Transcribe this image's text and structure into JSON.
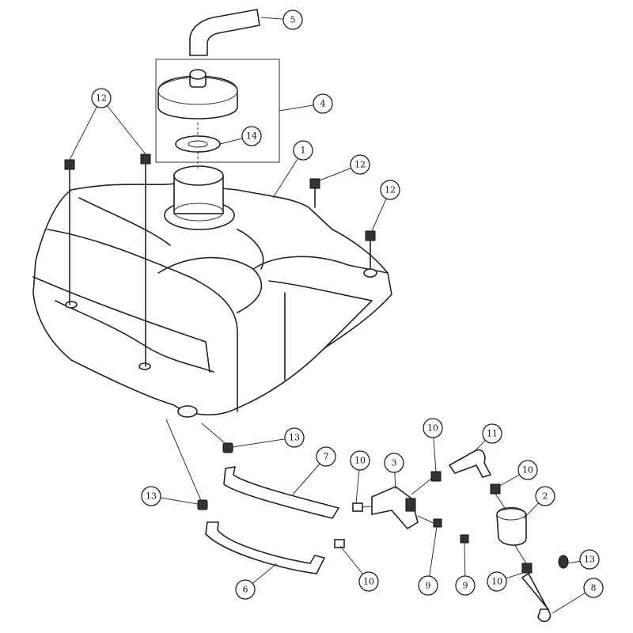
{
  "title": "Fuel tank assembly exploded parts diagram",
  "callouts": [
    "5",
    "4",
    "14",
    "12",
    "12",
    "12",
    "12",
    "1",
    "13",
    "7",
    "10",
    "3",
    "10",
    "11",
    "10",
    "2",
    "13",
    "6",
    "10",
    "9",
    "9",
    "10",
    "13",
    "8"
  ]
}
